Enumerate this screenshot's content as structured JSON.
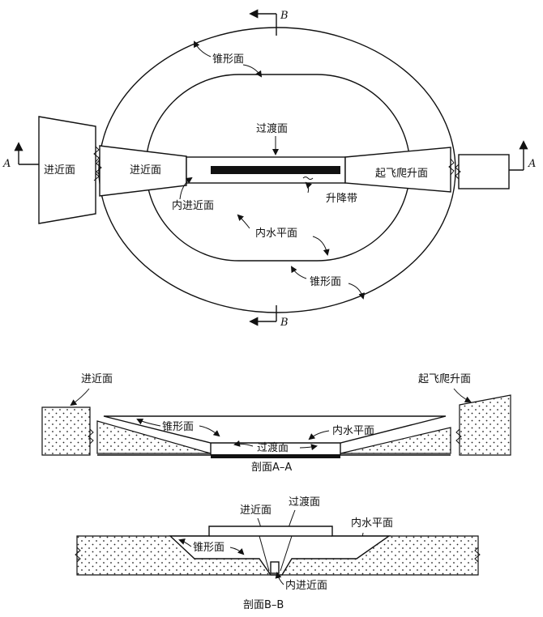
{
  "plan": {
    "cone_surface_top": "锥形面",
    "cone_surface_bottom": "锥形面",
    "transitional_surface": "过渡面",
    "approach_surface_outer": "进近面",
    "approach_surface_inner": "进近面",
    "inner_approach_surface": "内进近面",
    "runway_strip": "升降带",
    "inner_horizontal_surface": "内水平面",
    "takeoff_climb_surface": "起飞爬升面",
    "section_a_left": "A",
    "section_a_right": "A",
    "section_b_top": "B",
    "section_b_bottom": "B"
  },
  "section_aa": {
    "approach_surface": "进近面",
    "takeoff_climb_surface": "起飞爬升面",
    "cone_surface": "锥形面",
    "inner_horizontal_surface": "内水平面",
    "transitional_surface": "过渡面",
    "caption": "剖面A–A"
  },
  "section_bb": {
    "transitional_surface": "过渡面",
    "approach_surface": "进近面",
    "inner_horizontal_surface": "内水平面",
    "cone_surface": "锥形面",
    "inner_approach_surface": "内进近面",
    "caption": "剖面B–B"
  },
  "colors": {
    "ink": "#111111",
    "paper": "#ffffff"
  }
}
